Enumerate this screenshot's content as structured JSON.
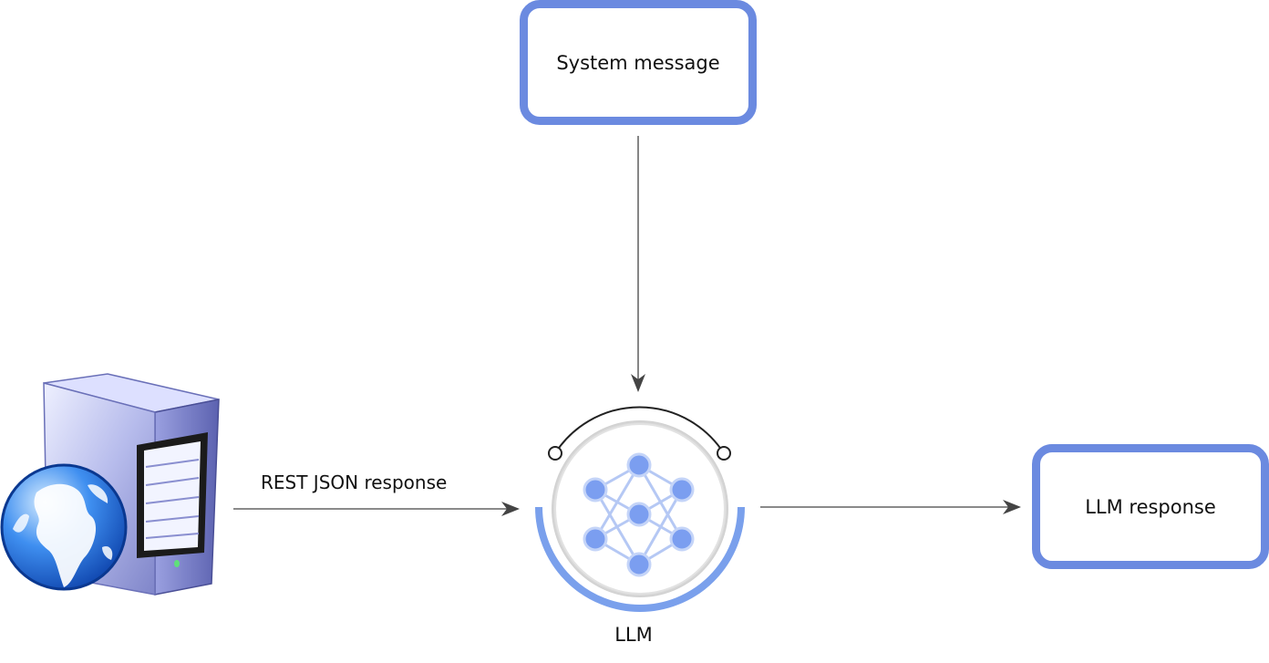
{
  "nodes": {
    "system_message": {
      "label": "System message"
    },
    "llm": {
      "label": "LLM",
      "icon": "neural-network-icon"
    },
    "llm_response": {
      "label": "LLM response"
    },
    "server": {
      "icon": "web-server-icon"
    }
  },
  "edges": {
    "server_to_llm": {
      "label": "REST JSON response"
    },
    "system_to_llm": {
      "label": ""
    },
    "llm_to_response": {
      "label": ""
    }
  },
  "colors": {
    "box_border": "#6b8ae0",
    "edge": "#444444",
    "node_blue": "#7b9ef0",
    "ring_blue": "#7aa0ec"
  }
}
